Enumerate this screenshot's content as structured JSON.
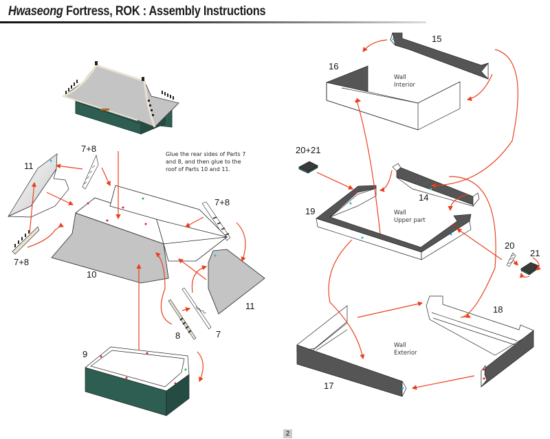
{
  "header": {
    "title_italic": "Hwaseong",
    "title_rest": " Fortress, ROK : Assembly Instructions"
  },
  "instruction_note": "Glue the rear sides of Parts 7 and 8, and then glue to the roof of Parts 10 and 11.",
  "left_assembly": {
    "part_labels": {
      "p11_top": "11",
      "p78_top": "7+8",
      "p78_right": "7+8",
      "p78_bottom": "7+8",
      "p10": "10",
      "p11_right": "11",
      "p8": "8",
      "p7": "7",
      "p9": "9"
    }
  },
  "right_assembly": {
    "part_labels": {
      "p15": "15",
      "p16": "16",
      "p2021": "20+21",
      "p14": "14",
      "p19": "19",
      "p20": "20",
      "p21": "21",
      "p18": "18",
      "p17": "17"
    },
    "section_labels": {
      "interior_1": "Wall",
      "interior_2": "Interior",
      "upper_1": "Wall",
      "upper_2": "Upper part",
      "exterior_1": "Wall",
      "exterior_2": "Exterior"
    }
  },
  "colors": {
    "roof_gray": "#c4c4c4",
    "wall_green": "#2e5e52",
    "wall_dark": "#555555",
    "arrow_red": "#e8401c",
    "dot_red": "#e02020",
    "dot_cyan": "#30b0d8",
    "dot_green": "#30b040"
  },
  "footer": {
    "page_number": "2"
  }
}
